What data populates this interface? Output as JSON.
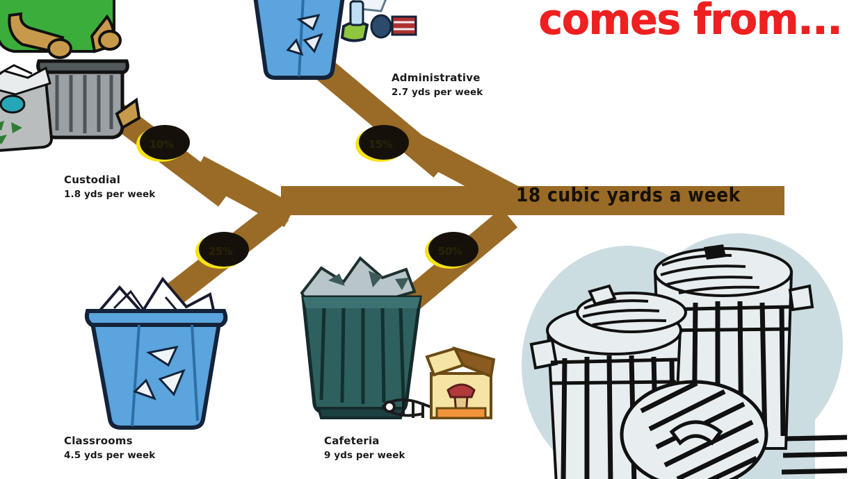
{
  "headline": {
    "text": "comes from..."
  },
  "total_label": {
    "text": "18 cubic yards a week"
  },
  "chart_data": {
    "type": "pie",
    "title": "comes from...",
    "total_label": "18 cubic yards a week",
    "total_value": 18,
    "unit": "cubic yards per week",
    "categories": [
      "Custodial",
      "Administrative",
      "Classrooms",
      "Cafeteria"
    ],
    "values": [
      1.8,
      2.7,
      4.5,
      9
    ],
    "percentages": [
      10,
      15,
      25,
      50
    ],
    "percent_labels": [
      "10%",
      "15%",
      "25%",
      "50%"
    ],
    "value_labels": [
      "1.8 yds per week",
      "2.7 yds per week",
      "4.5 yds per week",
      "9 yds per week"
    ],
    "legend": "none",
    "grid": false
  },
  "nodes": [
    {
      "id": "custodial",
      "title": "Custodial",
      "amount": "1.8 yds per week",
      "percent": "10%",
      "icon": "custodian-with-trashcan-icon"
    },
    {
      "id": "administrative",
      "title": "Administrative",
      "amount": "2.7 yds per week",
      "percent": "15%",
      "icon": "blue-recycling-bin-icon"
    },
    {
      "id": "classrooms",
      "title": "Classrooms",
      "amount": "4.5 yds per week",
      "percent": "25%",
      "icon": "blue-paper-recycling-bin-icon"
    },
    {
      "id": "cafeteria",
      "title": "Cafeteria",
      "amount": "9 yds per week",
      "percent": "50%",
      "icon": "green-trashcan-icon"
    }
  ],
  "colors": {
    "headline_red": "#ee2020",
    "branch_brown": "#9a6b26",
    "badge_yellow": "#f7e214",
    "bin_blue": "#5ba4dd",
    "cafeteria_green": "#2f6060",
    "shirt_green": "#3bad3b",
    "skin_tan": "#c99a4e",
    "can_gray": "#9aa0a3",
    "halo_blue": "#ccdde2"
  }
}
